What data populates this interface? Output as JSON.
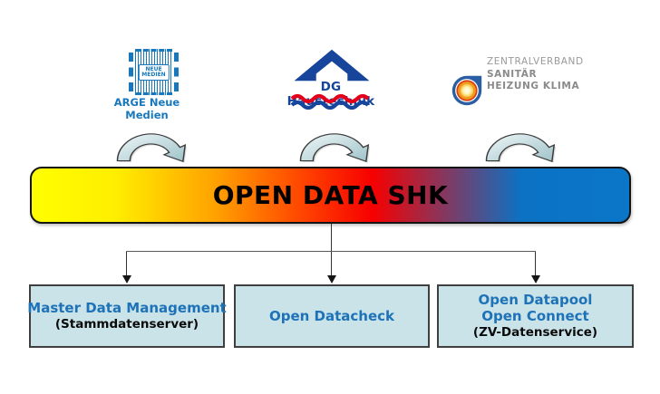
{
  "banner": {
    "label": "OPEN DATA SHK",
    "gradient": [
      "#ffff00",
      "#ff9000",
      "#f70000",
      "#0b72c4"
    ],
    "text_color": "#000000"
  },
  "logos": {
    "arge": {
      "chip_line1": "NEUE",
      "chip_line2": "MEDIEN",
      "label": "ARGE Neue Medien",
      "color": "#1878bd"
    },
    "dg": {
      "label": "DG Haustechnik",
      "blue": "#14449c",
      "red": "#e2001a"
    },
    "zvshk": {
      "line1": "ZENTRALVERBAND",
      "line2": "SANITÄR",
      "line3": "HEIZUNG KLIMA",
      "text_color": "#8a8a8a",
      "drop_blue": "#2a5fa5",
      "ring_orange": "#f5991c"
    }
  },
  "boxes": [
    {
      "title_line1": "Master Data Management",
      "title_line2": "",
      "subtitle": "(Stammdatenserver)"
    },
    {
      "title_line1": "Open Datacheck",
      "title_line2": "",
      "subtitle": ""
    },
    {
      "title_line1": "Open Datapool",
      "title_line2": "Open Connect",
      "subtitle": "(ZV-Datenservice)"
    }
  ],
  "colors": {
    "box_fill": "#c9e3e9",
    "box_border": "#3f3f3f",
    "box_title_blue": "#1d72b8",
    "connector": "#444444",
    "arrow_fill_light": "#e8f3f4",
    "arrow_fill_dark": "#9fc3ca"
  }
}
